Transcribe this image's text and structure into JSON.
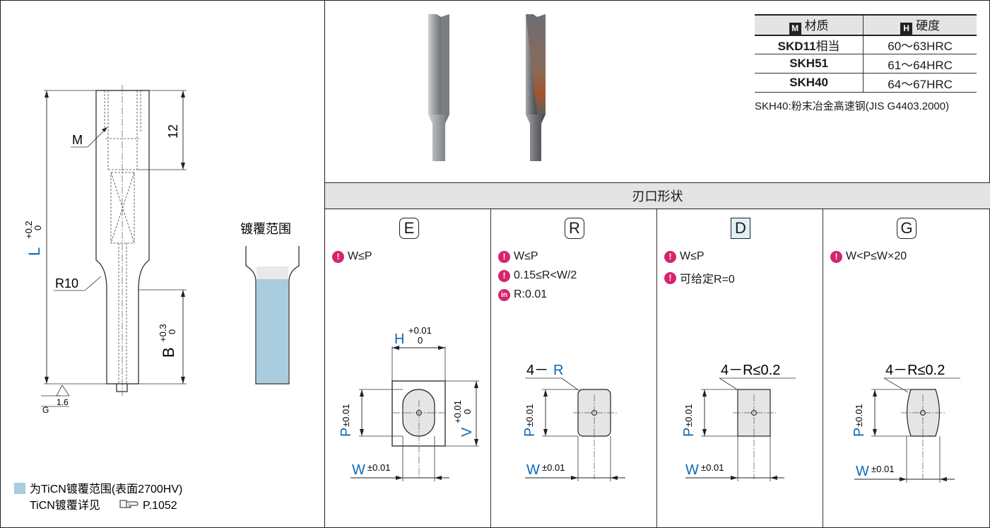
{
  "left": {
    "dims": {
      "L": "L",
      "L_tol_upper": "+0.2",
      "L_tol_lower": "0",
      "twelve": "12",
      "M": "M",
      "R10": "R10",
      "B": "B",
      "B_tol_upper": "+0.3",
      "B_tol_lower": "0",
      "roughness_G": "G",
      "roughness_value": "1.6"
    },
    "coating_title": "镀覆范围",
    "legend_text": "为TiCN镀覆范围(表面2700HV)",
    "legend_ref": "TiCN镀覆详见",
    "legend_page": "P.1052",
    "coating_color": "#a9cddf"
  },
  "table": {
    "headers": [
      {
        "badge": "M",
        "label": "材质"
      },
      {
        "badge": "H",
        "label": "硬度"
      }
    ],
    "rows": [
      {
        "material": "SKD11",
        "suffix": "相当",
        "hardness": "60～63HRC"
      },
      {
        "material": "SKH51",
        "suffix": "",
        "hardness": "61～64HRC"
      },
      {
        "material": "SKH40",
        "suffix": "",
        "hardness": "64～67HRC"
      }
    ],
    "note": "SKH40:粉末冶金高速钢(JIS G4403.2000)"
  },
  "shape_header": "刃口形状",
  "shapes": [
    {
      "letter": "E",
      "notes": [
        {
          "badge": "!",
          "text": "W≤P"
        }
      ],
      "dims": {
        "H": "H",
        "H_tol_upper": "+0.01",
        "H_tol_lower": "0",
        "P": "P",
        "P_tol": "±0.01",
        "V": "V",
        "V_tol_upper": "+0.01",
        "V_tol_lower": "0",
        "W": "W",
        "W_tol": "±0.01"
      }
    },
    {
      "letter": "R",
      "notes": [
        {
          "badge": "!",
          "text": "W≤P"
        },
        {
          "badge": "!",
          "text": "0.15≤R<W/2"
        },
        {
          "badge": "in",
          "text": "R:0.01"
        }
      ],
      "dims": {
        "corner_prefix": "4－",
        "corner_label": "R",
        "P": "P",
        "P_tol": "±0.01",
        "W": "W",
        "W_tol": "±0.01"
      }
    },
    {
      "letter": "D",
      "notes": [
        {
          "badge": "!",
          "text": "W≤P"
        },
        {
          "badge": "!",
          "text": "可给定R=0"
        }
      ],
      "dims": {
        "corner_label": "4－R≤0.2",
        "P": "P",
        "P_tol": "±0.01",
        "W": "W",
        "W_tol": "±0.01"
      }
    },
    {
      "letter": "G",
      "notes": [
        {
          "badge": "!",
          "text": "W<P≤W×20"
        }
      ],
      "dims": {
        "corner_label": "4－R≤0.2",
        "P": "P",
        "P_tol": "±0.01",
        "W": "W",
        "W_tol": "±0.01"
      }
    }
  ]
}
